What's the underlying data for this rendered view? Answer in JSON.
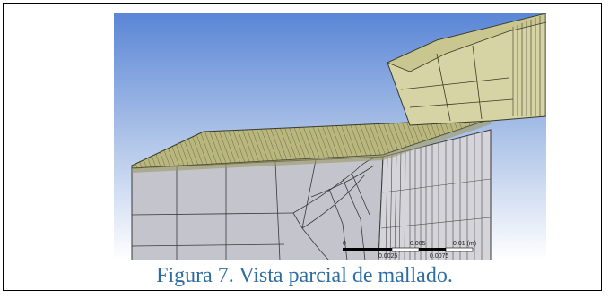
{
  "caption": "Figura 7. Vista parcial de mallado.",
  "scale_bar": {
    "label_0": "0",
    "label_005": "0.005",
    "label_001": "0.01 (m)",
    "label_0025": "0.0025",
    "label_0075": "0.0075"
  },
  "colors": {
    "caption": "#2e6da4",
    "background_top": "#5a86d6",
    "background_bottom": "#ffffff",
    "mesh_face": "#c4c4cc",
    "top_surface": "#b9b77e",
    "block": "#d6d3a4"
  }
}
